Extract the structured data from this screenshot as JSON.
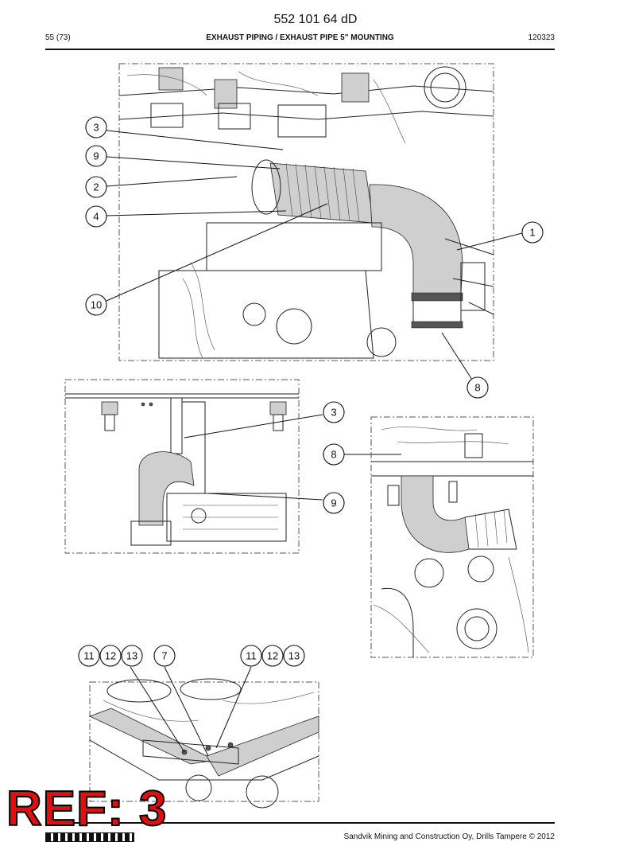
{
  "header": {
    "doc_number": "552 101 64 dD",
    "page": "55 (73)",
    "title": "EXHAUST PIPING / EXHAUST PIPE 5\" MOUNTING",
    "code": "120323"
  },
  "callouts": {
    "view1": [
      "3",
      "9",
      "2",
      "4",
      "10",
      "1",
      "8"
    ],
    "view2": [
      "3",
      "8",
      "9"
    ],
    "view3": [
      "11",
      "12",
      "13",
      "7",
      "11",
      "12",
      "13"
    ]
  },
  "stamp": "REF: 3",
  "footer": {
    "copyright": "Sandvik Mining and Construction Oy, Drills Tampere © 2012"
  }
}
